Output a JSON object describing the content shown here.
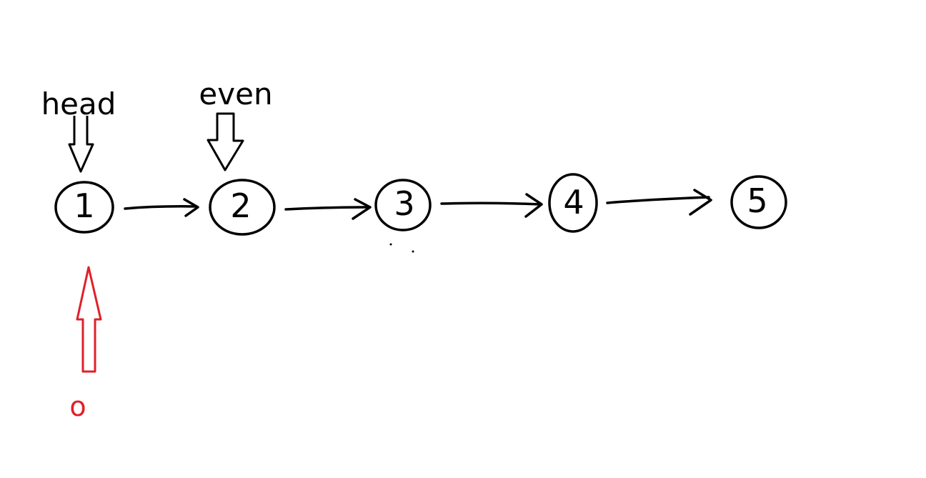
{
  "colors": {
    "ink": "#000000",
    "pointer_red": "#e0202a",
    "background": "#ffffff"
  },
  "nodes": [
    {
      "label": "1"
    },
    {
      "label": "2"
    },
    {
      "label": "3"
    },
    {
      "label": "4"
    },
    {
      "label": "5"
    }
  ],
  "pointers": {
    "head": {
      "label": "head"
    },
    "even": {
      "label": "even"
    },
    "odd": {
      "label": "o"
    }
  }
}
